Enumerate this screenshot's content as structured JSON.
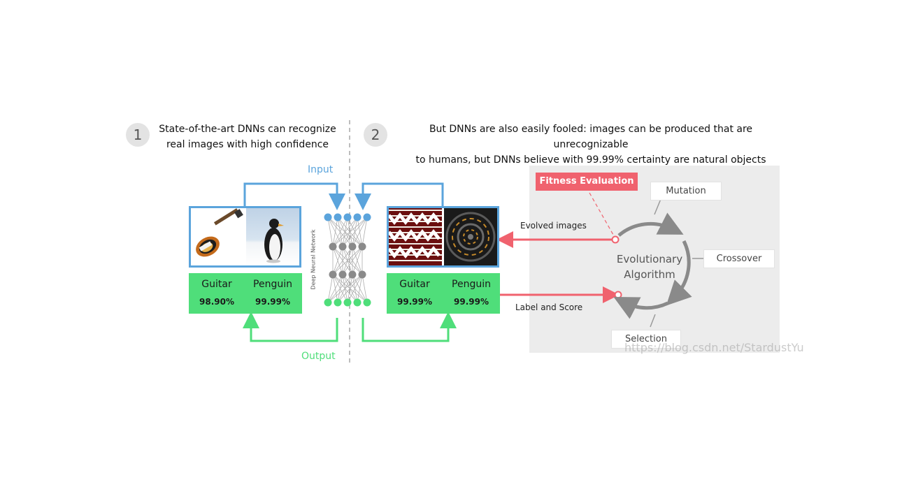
{
  "step1": {
    "number": "1",
    "line1": "State-of-the-art DNNs can recognize",
    "line2": "real images with high confidence"
  },
  "step2": {
    "number": "2",
    "line1": "But DNNs are also easily fooled: images can be produced that are unrecognizable",
    "line2": "to humans, but DNNs believe with 99.99% certainty are natural objects"
  },
  "flow": {
    "input_label": "Input",
    "output_label": "Output",
    "network_label": "Deep Neural Network"
  },
  "left_panel": {
    "images": [
      "guitar-photo",
      "penguin-photo"
    ],
    "labels": [
      "Guitar",
      "Penguin"
    ],
    "scores": [
      "98.90%",
      "99.99%"
    ]
  },
  "right_panel": {
    "images": [
      "evolved-stripes-image",
      "evolved-rings-image"
    ],
    "labels": [
      "Guitar",
      "Penguin"
    ],
    "scores": [
      "99.99%",
      "99.99%"
    ]
  },
  "evolution": {
    "fitness": "Fitness Evaluation",
    "mutation": "Mutation",
    "crossover": "Crossover",
    "selection": "Selection",
    "center_line1": "Evolutionary",
    "center_line2": "Algorithm",
    "evolved_images": "Evolved images",
    "label_and_score": "Label and Score"
  },
  "watermark": "https://blog.csdn.net/StardustYu",
  "colors": {
    "blue": "#5ba4dc",
    "green": "#4fde7a",
    "red": "#f0626e",
    "gray_node": "#8a8a8a",
    "panel_bg": "#ececec"
  }
}
